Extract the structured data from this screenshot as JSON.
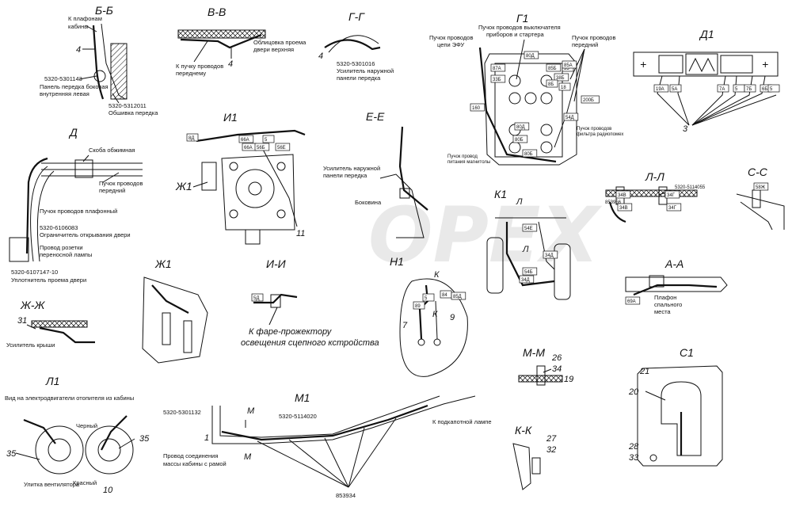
{
  "sections": [
    {
      "id": "bb",
      "title": "Б-Б",
      "labels": [
        "К плафонам",
        "кабины",
        "4",
        "5320-5301143",
        "Панель передка боковая",
        "внутренняя левая",
        "5320-5312011",
        "Обшивка передка"
      ]
    },
    {
      "id": "vv",
      "title": "В-В",
      "labels": [
        "Облицовка проема",
        "двери верхняя",
        "К пучку проводов",
        "переднему",
        "4"
      ]
    },
    {
      "id": "gg",
      "title": "Г-Г",
      "labels": [
        "4",
        "5320-5301016",
        "Усилитель наружной",
        "панели передка"
      ]
    },
    {
      "id": "g1",
      "title": "Г1",
      "labels": [
        "Пучок проводов выключателя",
        "приборов и стартера",
        "Пучок проводов",
        "цепи ЭФУ",
        "Пучок проводов",
        "передний",
        "Пучок провод",
        "питания магнитолы",
        "Пучок проводов",
        "фильтра радиопомех"
      ]
    },
    {
      "id": "d1",
      "title": "Д1",
      "labels": [
        "3"
      ]
    },
    {
      "id": "d",
      "title": "Д",
      "labels": [
        "Скоба обжимная",
        "Пучок проводов",
        "передний",
        "Пучок проводов плафонный",
        "5320-6106083",
        "Ограничитель открывания двери",
        "Провод розетки",
        "переносной лампы",
        "5320-6107147-10",
        "Уплотнитель проема двери"
      ]
    },
    {
      "id": "i1",
      "title": "И1",
      "labels": [
        "Ж1",
        "11"
      ]
    },
    {
      "id": "ee",
      "title": "Е-Е",
      "labels": [
        "Усилитель наружной",
        "панели передка",
        "Боковина"
      ]
    },
    {
      "id": "k1",
      "title": "К1",
      "labels": [
        "Л",
        "Л"
      ]
    },
    {
      "id": "ll",
      "title": "Л-Л",
      "labels": [
        "853956",
        "5320-5114055"
      ]
    },
    {
      "id": "ss",
      "title": "С-С",
      "labels": []
    },
    {
      "id": "zh1",
      "title": "Ж1",
      "labels": []
    },
    {
      "id": "ii",
      "title": "И-И",
      "labels": [
        "К фаре-прожектору",
        "освещения сцепного кстройства"
      ]
    },
    {
      "id": "n1",
      "title": "Н1",
      "labels": [
        "К",
        "К",
        "7",
        "9"
      ]
    },
    {
      "id": "aa",
      "title": "А-А",
      "labels": [
        "Плафон",
        "спального",
        "места"
      ]
    },
    {
      "id": "zhzh",
      "title": "Ж-Ж",
      "labels": [
        "31",
        "Усилитель крыши"
      ]
    },
    {
      "id": "mm",
      "title": "М-М",
      "labels": [
        "26",
        "34",
        "19"
      ]
    },
    {
      "id": "l1",
      "title": "Л1",
      "labels": [
        "Вид на электродвигатели отопителя из кабины",
        "Черный",
        "35",
        "35",
        "Улитка вентилятора",
        "Красный",
        "10"
      ]
    },
    {
      "id": "m1",
      "title": "М1",
      "labels": [
        "5320-5301132",
        "М",
        "5320-5114020",
        "К подкапотной лампе",
        "1",
        "Провод соединения",
        "массы кабины с рамой",
        "М",
        "853934"
      ]
    },
    {
      "id": "kk",
      "title": "К-К",
      "labels": [
        "27",
        "32"
      ]
    },
    {
      "id": "c1",
      "title": "С1",
      "labels": [
        "21",
        "20",
        "28",
        "33"
      ]
    }
  ],
  "wire_tags": [
    "80Д",
    "87А",
    "85Б",
    "35",
    "33Б",
    "38Б",
    "8Б",
    "85А",
    "18",
    "80Д",
    "80Б",
    "80Б",
    "200Б",
    "160",
    "54Д",
    "19А",
    "5А",
    "7А",
    "5",
    "7Б",
    "6Б",
    "5",
    "8Д",
    "66А",
    "66А",
    "56Б",
    "5",
    "56Е",
    "34В",
    "34Г",
    "34В",
    "34Г",
    "54Е",
    "34Д",
    "34Д",
    "54Б",
    "58Ж",
    "69А",
    "5Д",
    "89",
    "5",
    "84",
    "85Д"
  ],
  "watermark": "OPEX",
  "colors": {
    "ink": "#111111",
    "paper": "#ffffff",
    "watermark": "#d8d8d8"
  }
}
